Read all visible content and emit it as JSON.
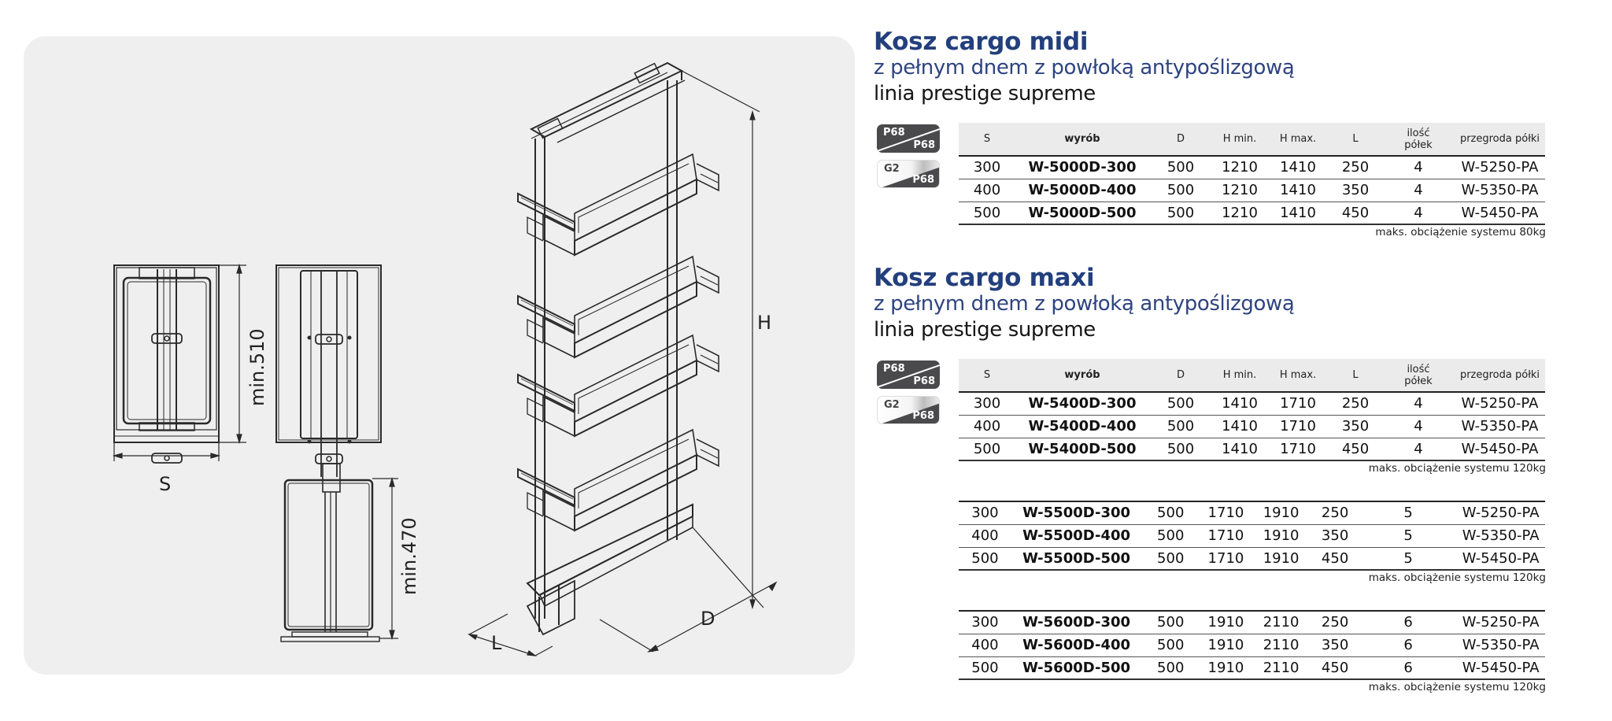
{
  "drawing": {
    "labels": {
      "width_label": "S",
      "top_module_height": "min.510",
      "bottom_module_height": "min.470",
      "height_label": "H",
      "basket_width_label": "L",
      "depth_label": "D"
    }
  },
  "sections": [
    {
      "title": "Kosz cargo midi",
      "subtitle": "z pełnym dnem z powłoką antypoślizgową",
      "line": "linia prestige supreme",
      "badges": [
        {
          "top": "P68",
          "bottom": "P68",
          "style": "dark"
        },
        {
          "top": "G2",
          "bottom": "P68",
          "style": "light"
        }
      ],
      "columns": [
        "S",
        "wyrób",
        "D",
        "H min.",
        "H max.",
        "L",
        "ilość półek",
        "przegroda półki"
      ],
      "groups": [
        {
          "rows": [
            [
              "300",
              "W-5000D-300",
              "500",
              "1210",
              "1410",
              "250",
              "4",
              "W-5250-PA"
            ],
            [
              "400",
              "W-5000D-400",
              "500",
              "1210",
              "1410",
              "350",
              "4",
              "W-5350-PA"
            ],
            [
              "500",
              "W-5000D-500",
              "500",
              "1210",
              "1410",
              "450",
              "4",
              "W-5450-PA"
            ]
          ],
          "note": "maks. obciążenie systemu 80kg"
        }
      ]
    },
    {
      "title": "Kosz cargo maxi",
      "subtitle": "z pełnym dnem z powłoką antypoślizgową",
      "line": "linia prestige supreme",
      "badges": [
        {
          "top": "P68",
          "bottom": "P68",
          "style": "dark"
        },
        {
          "top": "G2",
          "bottom": "P68",
          "style": "light"
        }
      ],
      "columns": [
        "S",
        "wyrób",
        "D",
        "H min.",
        "H max.",
        "L",
        "ilość półek",
        "przegroda półki"
      ],
      "groups": [
        {
          "rows": [
            [
              "300",
              "W-5400D-300",
              "500",
              "1410",
              "1710",
              "250",
              "4",
              "W-5250-PA"
            ],
            [
              "400",
              "W-5400D-400",
              "500",
              "1410",
              "1710",
              "350",
              "4",
              "W-5350-PA"
            ],
            [
              "500",
              "W-5400D-500",
              "500",
              "1410",
              "1710",
              "450",
              "4",
              "W-5450-PA"
            ]
          ],
          "note": "maks. obciążenie systemu 120kg"
        },
        {
          "rows": [
            [
              "300",
              "W-5500D-300",
              "500",
              "1710",
              "1910",
              "250",
              "5",
              "W-5250-PA"
            ],
            [
              "400",
              "W-5500D-400",
              "500",
              "1710",
              "1910",
              "350",
              "5",
              "W-5350-PA"
            ],
            [
              "500",
              "W-5500D-500",
              "500",
              "1710",
              "1910",
              "450",
              "5",
              "W-5450-PA"
            ]
          ],
          "note": "maks. obciążenie systemu 120kg"
        },
        {
          "rows": [
            [
              "300",
              "W-5600D-300",
              "500",
              "1910",
              "2110",
              "250",
              "6",
              "W-5250-PA"
            ],
            [
              "400",
              "W-5600D-400",
              "500",
              "1910",
              "2110",
              "350",
              "6",
              "W-5350-PA"
            ],
            [
              "500",
              "W-5600D-500",
              "500",
              "1910",
              "2110",
              "450",
              "6",
              "W-5450-PA"
            ]
          ],
          "note": "maks. obciążenie systemu 120kg"
        }
      ]
    }
  ]
}
